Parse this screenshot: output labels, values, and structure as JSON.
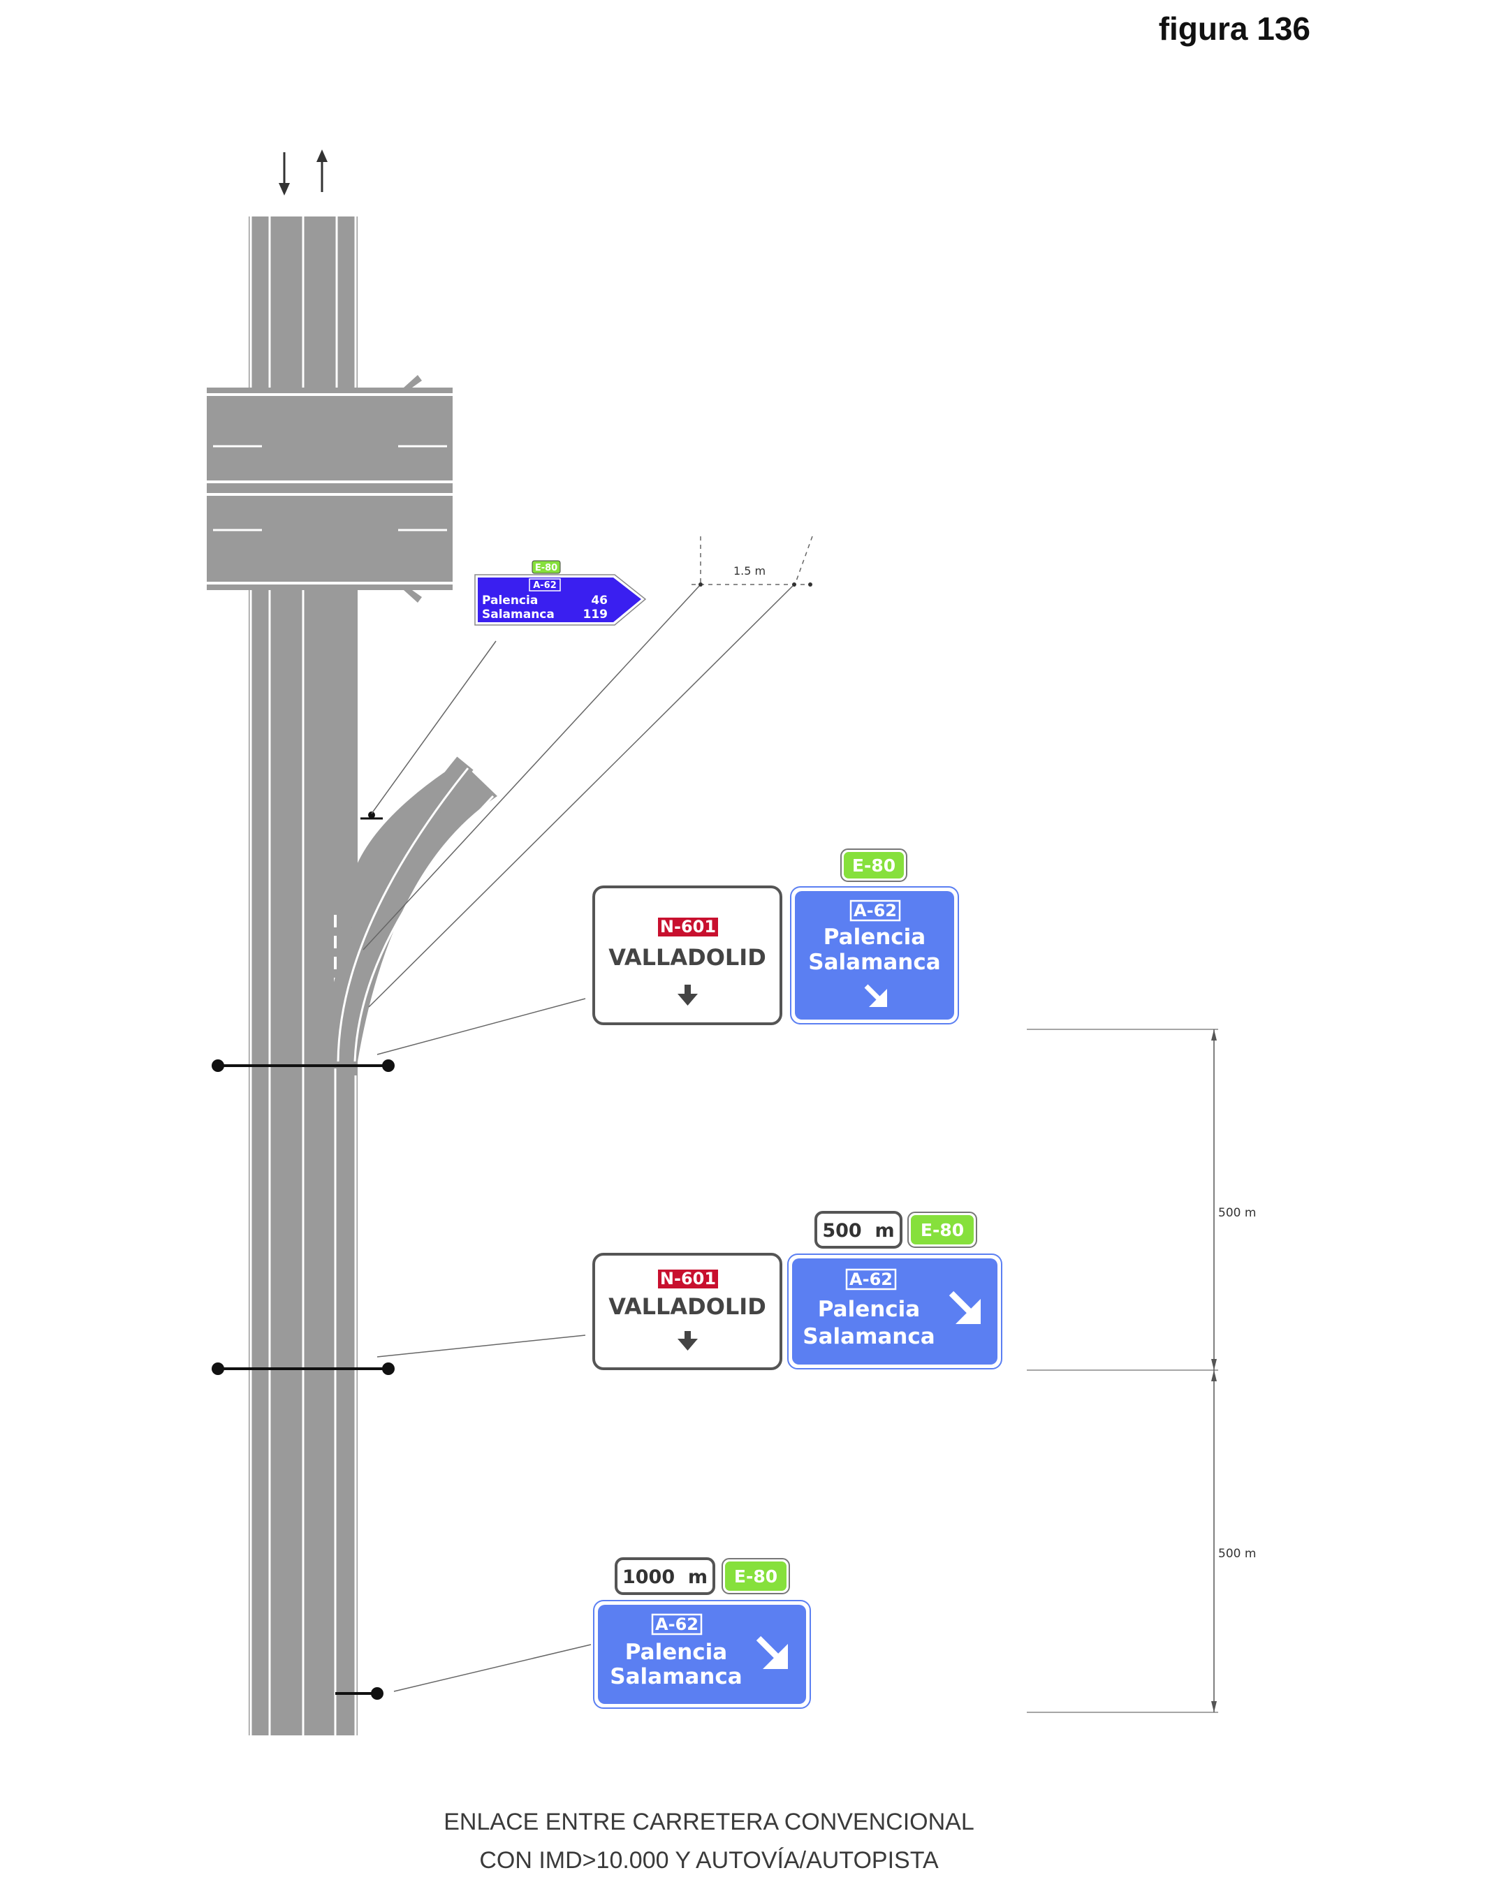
{
  "figure_label": "figura 136",
  "caption": {
    "line1": "ENLACE ENTRE CARRETERA CONVENCIONAL",
    "line2": "CON IMD>10.000 Y AUTOVÍA/AUTOPISTA"
  },
  "colors": {
    "road": "#9a9a9a",
    "motorway_blue": "#5b7ff2",
    "gantry_blue": "#3a1ff0",
    "e_route_green": "#86e03c",
    "n_route_red": "#c8102e",
    "white_sign": "#ffffff"
  },
  "confirmation_sign": {
    "e_route": "E-80",
    "a_route": "A-62",
    "dest1": "Palencia",
    "dist1": "46",
    "dest2": "Salamanca",
    "dist2": "119"
  },
  "offset_label": "1.5 m",
  "signs": {
    "exit": {
      "n_route": "N-601",
      "n_dest": "VALLADOLID",
      "e_route": "E-80",
      "a_route": "A-62",
      "dest1": "Palencia",
      "dest2": "Salamanca"
    },
    "d500": {
      "distance": "500  m",
      "n_route": "N-601",
      "n_dest": "VALLADOLID",
      "e_route": "E-80",
      "a_route": "A-62",
      "dest1": "Palencia",
      "dest2": "Salamanca"
    },
    "d1000": {
      "distance": "1000  m",
      "e_route": "E-80",
      "a_route": "A-62",
      "dest1": "Palencia",
      "dest2": "Salamanca"
    }
  },
  "dimensions": {
    "upper": "500 m",
    "lower": "500 m"
  }
}
